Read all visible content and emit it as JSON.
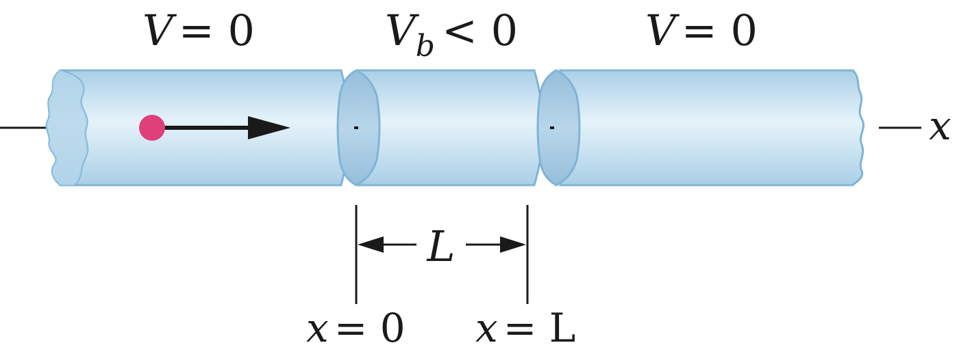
{
  "regions": [
    {
      "label_var": "V",
      "label_sub": "",
      "label_rel": "= 0"
    },
    {
      "label_var": "V",
      "label_sub": "b",
      "label_rel": "< 0"
    },
    {
      "label_var": "V",
      "label_sub": "",
      "label_rel": "= 0"
    }
  ],
  "axis_label": "x",
  "barrier_width_label": "L",
  "markers": [
    {
      "var": "x",
      "rel": "= 0"
    },
    {
      "var": "x",
      "rel": "= L"
    }
  ],
  "colors": {
    "tube_fill": "#c5e0ef",
    "tube_highlight": "#e6f3fa",
    "tube_shade": "#a9cfe6",
    "tube_outline": "#7fb4d6",
    "ring_fill": "#a6c9e2",
    "particle": "#e0407a",
    "ink": "#1a1a1a"
  },
  "icons": {
    "particle": "particle-dot-icon",
    "velocity": "velocity-arrow-icon"
  }
}
